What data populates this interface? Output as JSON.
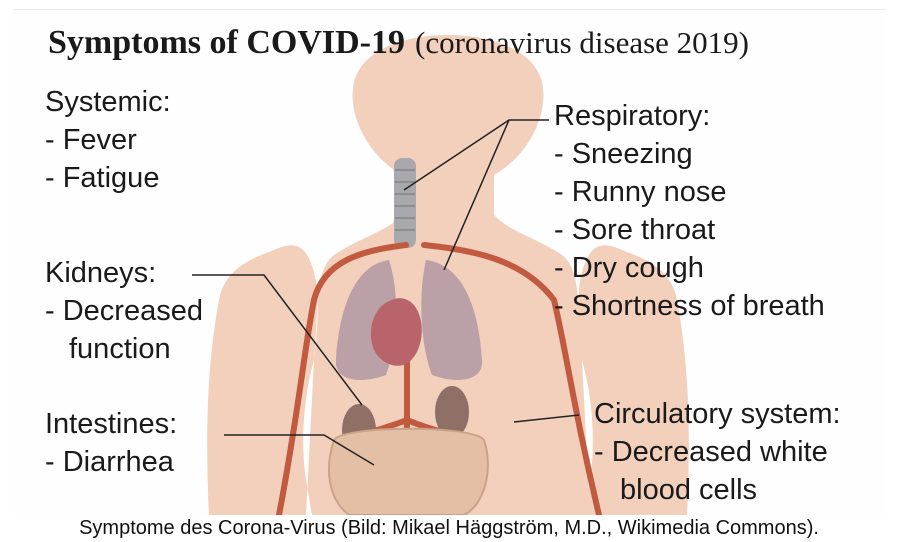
{
  "title": {
    "main": "Symptoms of COVID-19",
    "sub": "(coronavirus disease 2019)"
  },
  "systemic": {
    "heading": "Systemic:",
    "items": [
      "- Fever",
      "- Fatigue"
    ]
  },
  "respiratory": {
    "heading": "Respiratory:",
    "items": [
      "- Sneezing",
      "- Runny nose",
      "- Sore throat",
      "- Dry cough",
      "- Shortness of breath"
    ]
  },
  "kidneys": {
    "heading": "Kidneys:",
    "items": [
      "- Decreased",
      "function"
    ]
  },
  "intestines": {
    "heading": "Intestines:",
    "items": [
      "- Diarrhea"
    ]
  },
  "circulatory": {
    "heading": "Circulatory system:",
    "items": [
      "- Decreased white",
      "blood cells"
    ]
  },
  "caption": "Symptome des Corona-Virus (Bild: Mikael Häggström, M.D., Wikimedia Commons).",
  "colors": {
    "skin": "#f2d0bc",
    "vessel": "#c25a3f",
    "lung": "#b59aa4",
    "heart": "#b9646a",
    "kidney": "#8f6f66",
    "intestine": "#e3bfa5",
    "trachea": "#a9a9ad",
    "text": "#1a1a1a"
  }
}
